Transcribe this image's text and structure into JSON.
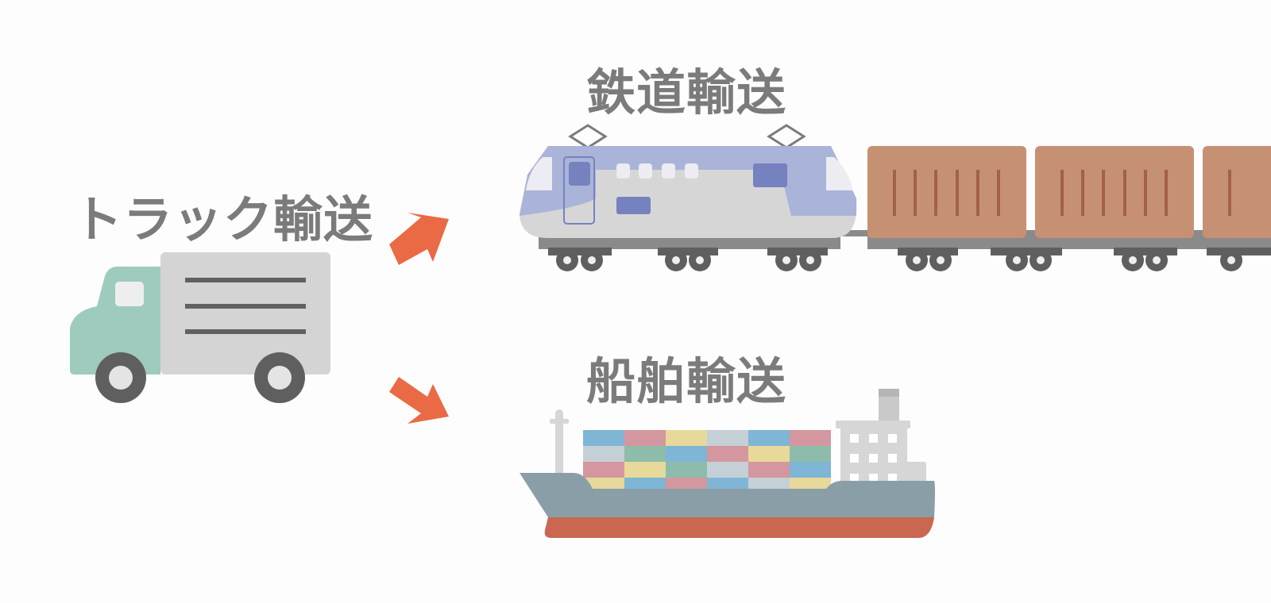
{
  "labels": {
    "truck": "トラック輸送",
    "rail": "鉄道輸送",
    "ship": "船舶輸送"
  },
  "colors": {
    "text": "#7b7b7b",
    "arrow": "#e96a45",
    "truck_cab": "#9ecbbd",
    "truck_box": "#d4d4d4",
    "train_body": "#d6d6d6",
    "train_top": "#aab3d8",
    "train_accent": "#7682bf",
    "container_car": "#c69173",
    "ship_hull": "#8a9ea8",
    "ship_bottom": "#c96751"
  },
  "icons": [
    "truck-icon",
    "arrow-icon",
    "train-icon",
    "ship-icon"
  ]
}
